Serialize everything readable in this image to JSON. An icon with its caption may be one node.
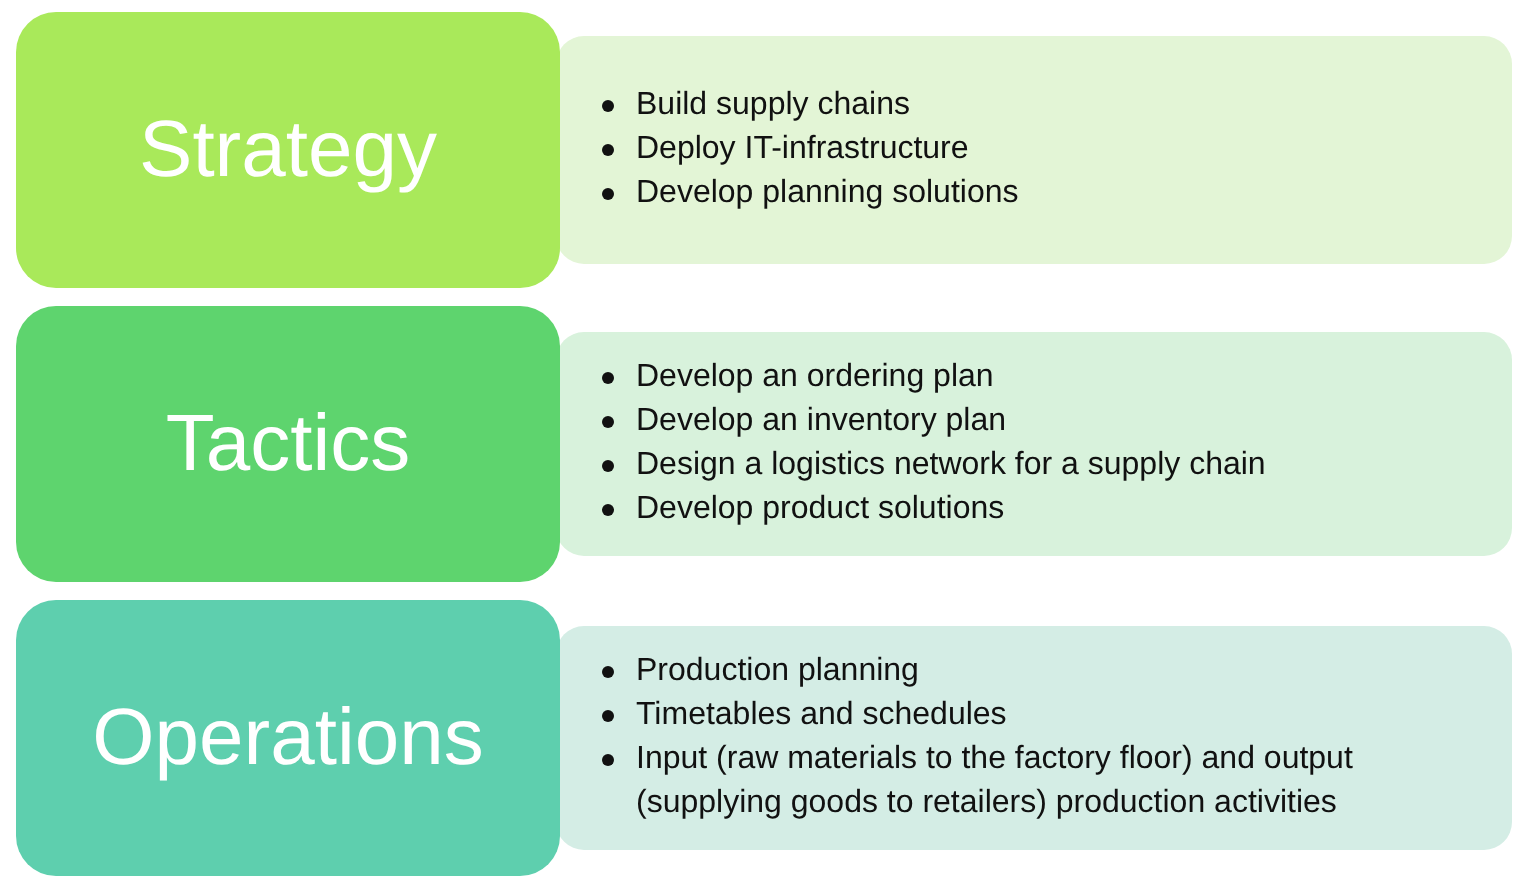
{
  "diagram": {
    "nodes": [
      {
        "text": [
          "Strategy"
        ]
      },
      {
        "text": [
          "Build supply chains",
          "Deploy IT-infrastructure",
          "Develop planning solutions"
        ]
      },
      {
        "text": [
          "Tactics"
        ]
      },
      {
        "text": [
          "Develop an ordering plan",
          "Develop an inventory plan",
          "Design a logistics network for a supply chain",
          "Develop product solutions"
        ]
      },
      {
        "text": [
          "Operations"
        ]
      },
      {
        "text": [
          "Production planning",
          "Timetables and schedules",
          "Input (raw materials to the factory floor) and output (supplying goods to retailers) production activities"
        ]
      }
    ]
  }
}
